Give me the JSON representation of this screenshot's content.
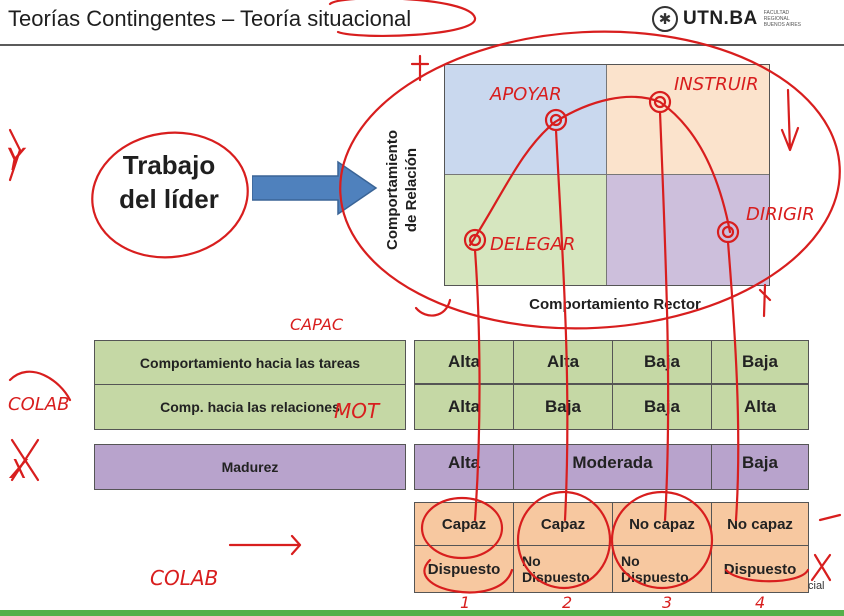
{
  "title": "Teorías Contingentes – Teoría situacional",
  "logo": {
    "brand": "UTN.BA",
    "subtitle": "FACULTAD REGIONAL BUENOS AIRES"
  },
  "leader_box": {
    "line1": "Trabajo",
    "line2": "del líder"
  },
  "axes": {
    "y_label_line1": "Comportamiento",
    "y_label_line2": "de Relación",
    "x_label": "Comportamiento Rector"
  },
  "rows": {
    "tasks_label": "Comportamiento hacia las tareas",
    "relations_label": "Comp. hacia las relaciones",
    "maturity_label": "Madurez",
    "tasks": [
      "Alta",
      "Alta",
      "Baja",
      "Baja"
    ],
    "relations": [
      "Alta",
      "Baja",
      "Baja",
      "Alta"
    ],
    "maturity": [
      "Alta",
      "Moderada",
      "Baja"
    ],
    "capacity": [
      "Capaz",
      "Capaz",
      "No capaz",
      "No capaz"
    ],
    "disposition": [
      "Dispuesto",
      "No Dispuesto",
      "No Dispuesto",
      "Dispuesto"
    ]
  },
  "corner_text": "cial",
  "handwriting": {
    "apoyar": "APOYAR",
    "instruir": "INSTRUIR",
    "delegar": "DELEGAR",
    "dirigir": "DIRIGIR",
    "capac": "CAPAC",
    "mot": "MOT",
    "colab_left": "COLAB",
    "colab_bottom": "COLAB",
    "x_mark": "X",
    "y_mark": "Y",
    "n1": "1",
    "n2": "2",
    "n3": "3",
    "n4": "4"
  }
}
